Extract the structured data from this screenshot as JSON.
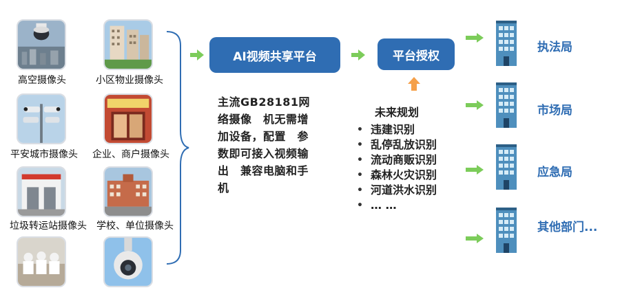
{
  "sources": [
    {
      "label": "高空摄像头"
    },
    {
      "label": "小区物业摄像头"
    },
    {
      "label": "平安城市摄像头"
    },
    {
      "label": "企业、商户摄像头"
    },
    {
      "label": "垃圾转运站摄像头"
    },
    {
      "label": "学校、单位摄像头"
    },
    {
      "label": ""
    },
    {
      "label": ""
    }
  ],
  "platform": {
    "title": "AI视频共享平台"
  },
  "description": {
    "lines": [
      "主流GB28181网",
      "络摄像　机无需增",
      "加设备，配置　参",
      "数即可接入视频输",
      "出　兼容电脑和手",
      "机"
    ]
  },
  "auth": {
    "title": "平台授权"
  },
  "future": {
    "title": "未来规划",
    "items": [
      "违建识别",
      "乱停乱放识别",
      "流动商贩识别",
      "森林火灾识别",
      "河道洪水识别",
      "… …"
    ]
  },
  "departments": [
    {
      "label": "执法局"
    },
    {
      "label": "市场局"
    },
    {
      "label": "应急局"
    },
    {
      "label": "其他部门..."
    }
  ],
  "colors": {
    "primary": "#2f6db3",
    "arrow_green": "#7ccc5a",
    "arrow_orange": "#f5a04a"
  }
}
